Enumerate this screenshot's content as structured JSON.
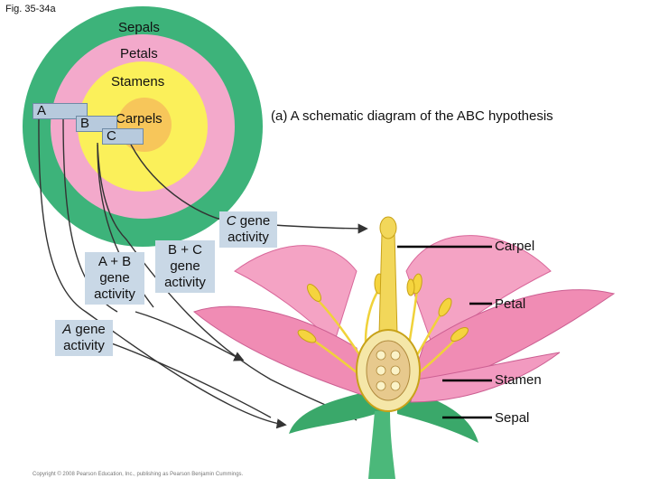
{
  "figure_label": "Fig. 35-34a",
  "title": "(a) A schematic diagram of the ABC hypothesis",
  "rings": {
    "sepals": "Sepals",
    "petals": "Petals",
    "stamens": "Stamens",
    "carpels": "Carpels"
  },
  "bars": {
    "a": "A",
    "b": "B",
    "c": "C"
  },
  "gene_activity": {
    "c": {
      "letter": "C",
      "rest": " gene",
      "line2": "activity"
    },
    "b_c": {
      "line1": "B + C",
      "line2": "gene",
      "line3": "activity"
    },
    "a_b": {
      "line1": "A + B",
      "line2": "gene",
      "line3": "activity"
    },
    "a": {
      "letter": "A",
      "rest": " gene",
      "line2": "activity"
    }
  },
  "flower_parts": {
    "carpel": "Carpel",
    "petal": "Petal",
    "stamen": "Stamen",
    "sepal": "Sepal"
  },
  "copyright": "Copyright © 2008 Pearson Education, Inc., publishing as Pearson Benjamin Cummings.",
  "colors": {
    "sepal_ring": "#3db37a",
    "petal_ring": "#f3a9cb",
    "stamen_ring": "#fbf05a",
    "carpel_ring": "#f7c65a",
    "bar_fill": "#b7cadd",
    "gene_box": "#c9d8e6",
    "petal_pink": "#f08cb4",
    "sepal_green": "#3aa86a"
  }
}
